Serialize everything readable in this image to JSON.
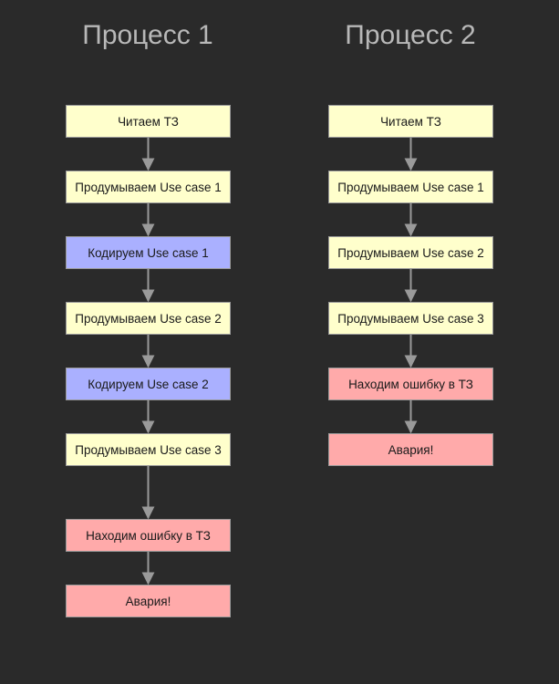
{
  "colors": {
    "think": "#ffffcc",
    "code": "#aab0ff",
    "error": "#ffaaaa",
    "background": "#2a2a2a",
    "title": "#b8b8b8",
    "arrow": "#9a9a9a"
  },
  "process1": {
    "title": "Процесс 1",
    "steps": [
      {
        "label": "Читаем ТЗ",
        "kind": "think"
      },
      {
        "label": "Продумываем Use case 1",
        "kind": "think"
      },
      {
        "label": "Кодируем Use case 1",
        "kind": "code"
      },
      {
        "label": "Продумываем Use case 2",
        "kind": "think"
      },
      {
        "label": "Кодируем Use case 2",
        "kind": "code"
      },
      {
        "label": "Продумываем Use case 3",
        "kind": "think"
      },
      {
        "label": "Находим ошибку в ТЗ",
        "kind": "error"
      },
      {
        "label": "Авария!",
        "kind": "error"
      }
    ]
  },
  "process2": {
    "title": "Процесс 2",
    "steps": [
      {
        "label": "Читаем ТЗ",
        "kind": "think"
      },
      {
        "label": "Продумываем Use case 1",
        "kind": "think"
      },
      {
        "label": "Продумываем Use case 2",
        "kind": "think"
      },
      {
        "label": "Продумываем Use case 3",
        "kind": "think"
      },
      {
        "label": "Находим ошибку в ТЗ",
        "kind": "error"
      },
      {
        "label": "Авария!",
        "kind": "error"
      }
    ]
  }
}
